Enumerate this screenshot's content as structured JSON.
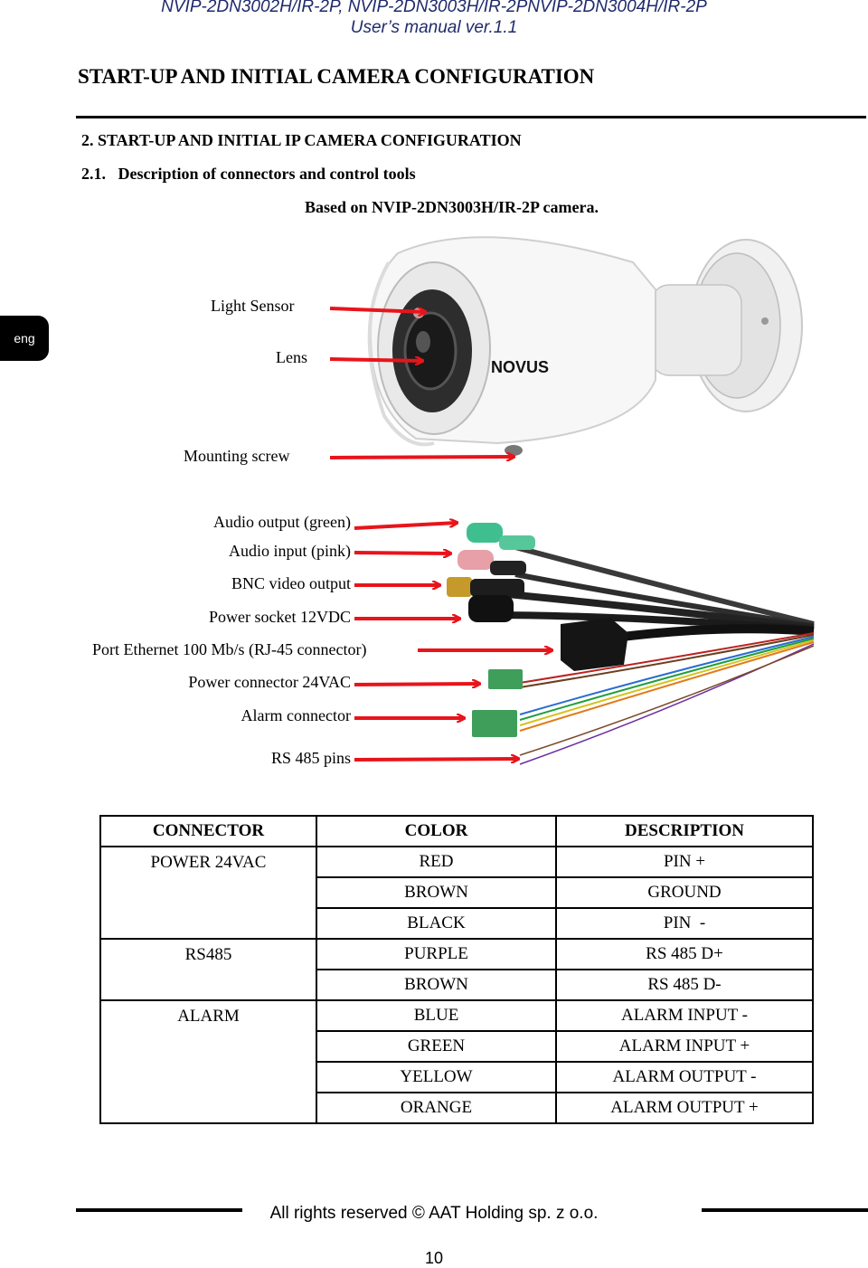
{
  "header": {
    "model_line": "NVIP-2DN3002H/IR-2P, NVIP-2DN3003H/IR-2PNVIP-2DN3004H/IR-2P",
    "manual_line": "User’s manual ver.1.1"
  },
  "section_title": "START-UP AND INITIAL CAMERA CONFIGURATION",
  "chapter_title": "2. START-UP AND INITIAL IP CAMERA CONFIGURATION",
  "subchapter_title": "2.1.   Description of connectors and control tools",
  "based_on": "Based on NVIP-2DN3003H/IR-2P camera.",
  "lang_tab": "eng",
  "camera_labels": {
    "light_sensor": "Light Sensor",
    "lens": "Lens",
    "mounting_screw": "Mounting screw"
  },
  "brand_logo": "NOVUS",
  "cable_labels": {
    "audio_output": "Audio output (green)",
    "audio_input": "Audio input (pink)",
    "bnc": "BNC video output",
    "power_socket": "Power socket 12VDC",
    "ethernet": "Port Ethernet 100 Mb/s (RJ-45 connector)",
    "power_24vac": "Power connector 24VAC",
    "alarm": "Alarm connector",
    "rs485": "RS 485 pins"
  },
  "table": {
    "headers": [
      "CONNECTOR",
      "COLOR",
      "DESCRIPTION"
    ],
    "rows": [
      {
        "connector": "POWER 24VAC",
        "color": "RED",
        "description": "PIN +"
      },
      {
        "connector": "",
        "color": "BROWN",
        "description": "GROUND"
      },
      {
        "connector": "",
        "color": "BLACK",
        "description": "PIN  -"
      },
      {
        "connector": "RS485",
        "color": "PURPLE",
        "description": "RS 485 D+"
      },
      {
        "connector": "",
        "color": "BROWN",
        "description": "RS 485 D-"
      },
      {
        "connector": "ALARM",
        "color": "BLUE",
        "description": "ALARM INPUT -"
      },
      {
        "connector": "",
        "color": "GREEN",
        "description": "ALARM INPUT +"
      },
      {
        "connector": "",
        "color": "YELLOW",
        "description": "ALARM OUTPUT -"
      },
      {
        "connector": "",
        "color": "ORANGE",
        "description": "ALARM OUTPUT +"
      }
    ]
  },
  "footer": {
    "rights": "All rights reserved © AAT Holding sp. z o.o.",
    "page_number": "10"
  },
  "colors": {
    "arrow": "#e8141b",
    "header_text": "#1f2b6b"
  }
}
